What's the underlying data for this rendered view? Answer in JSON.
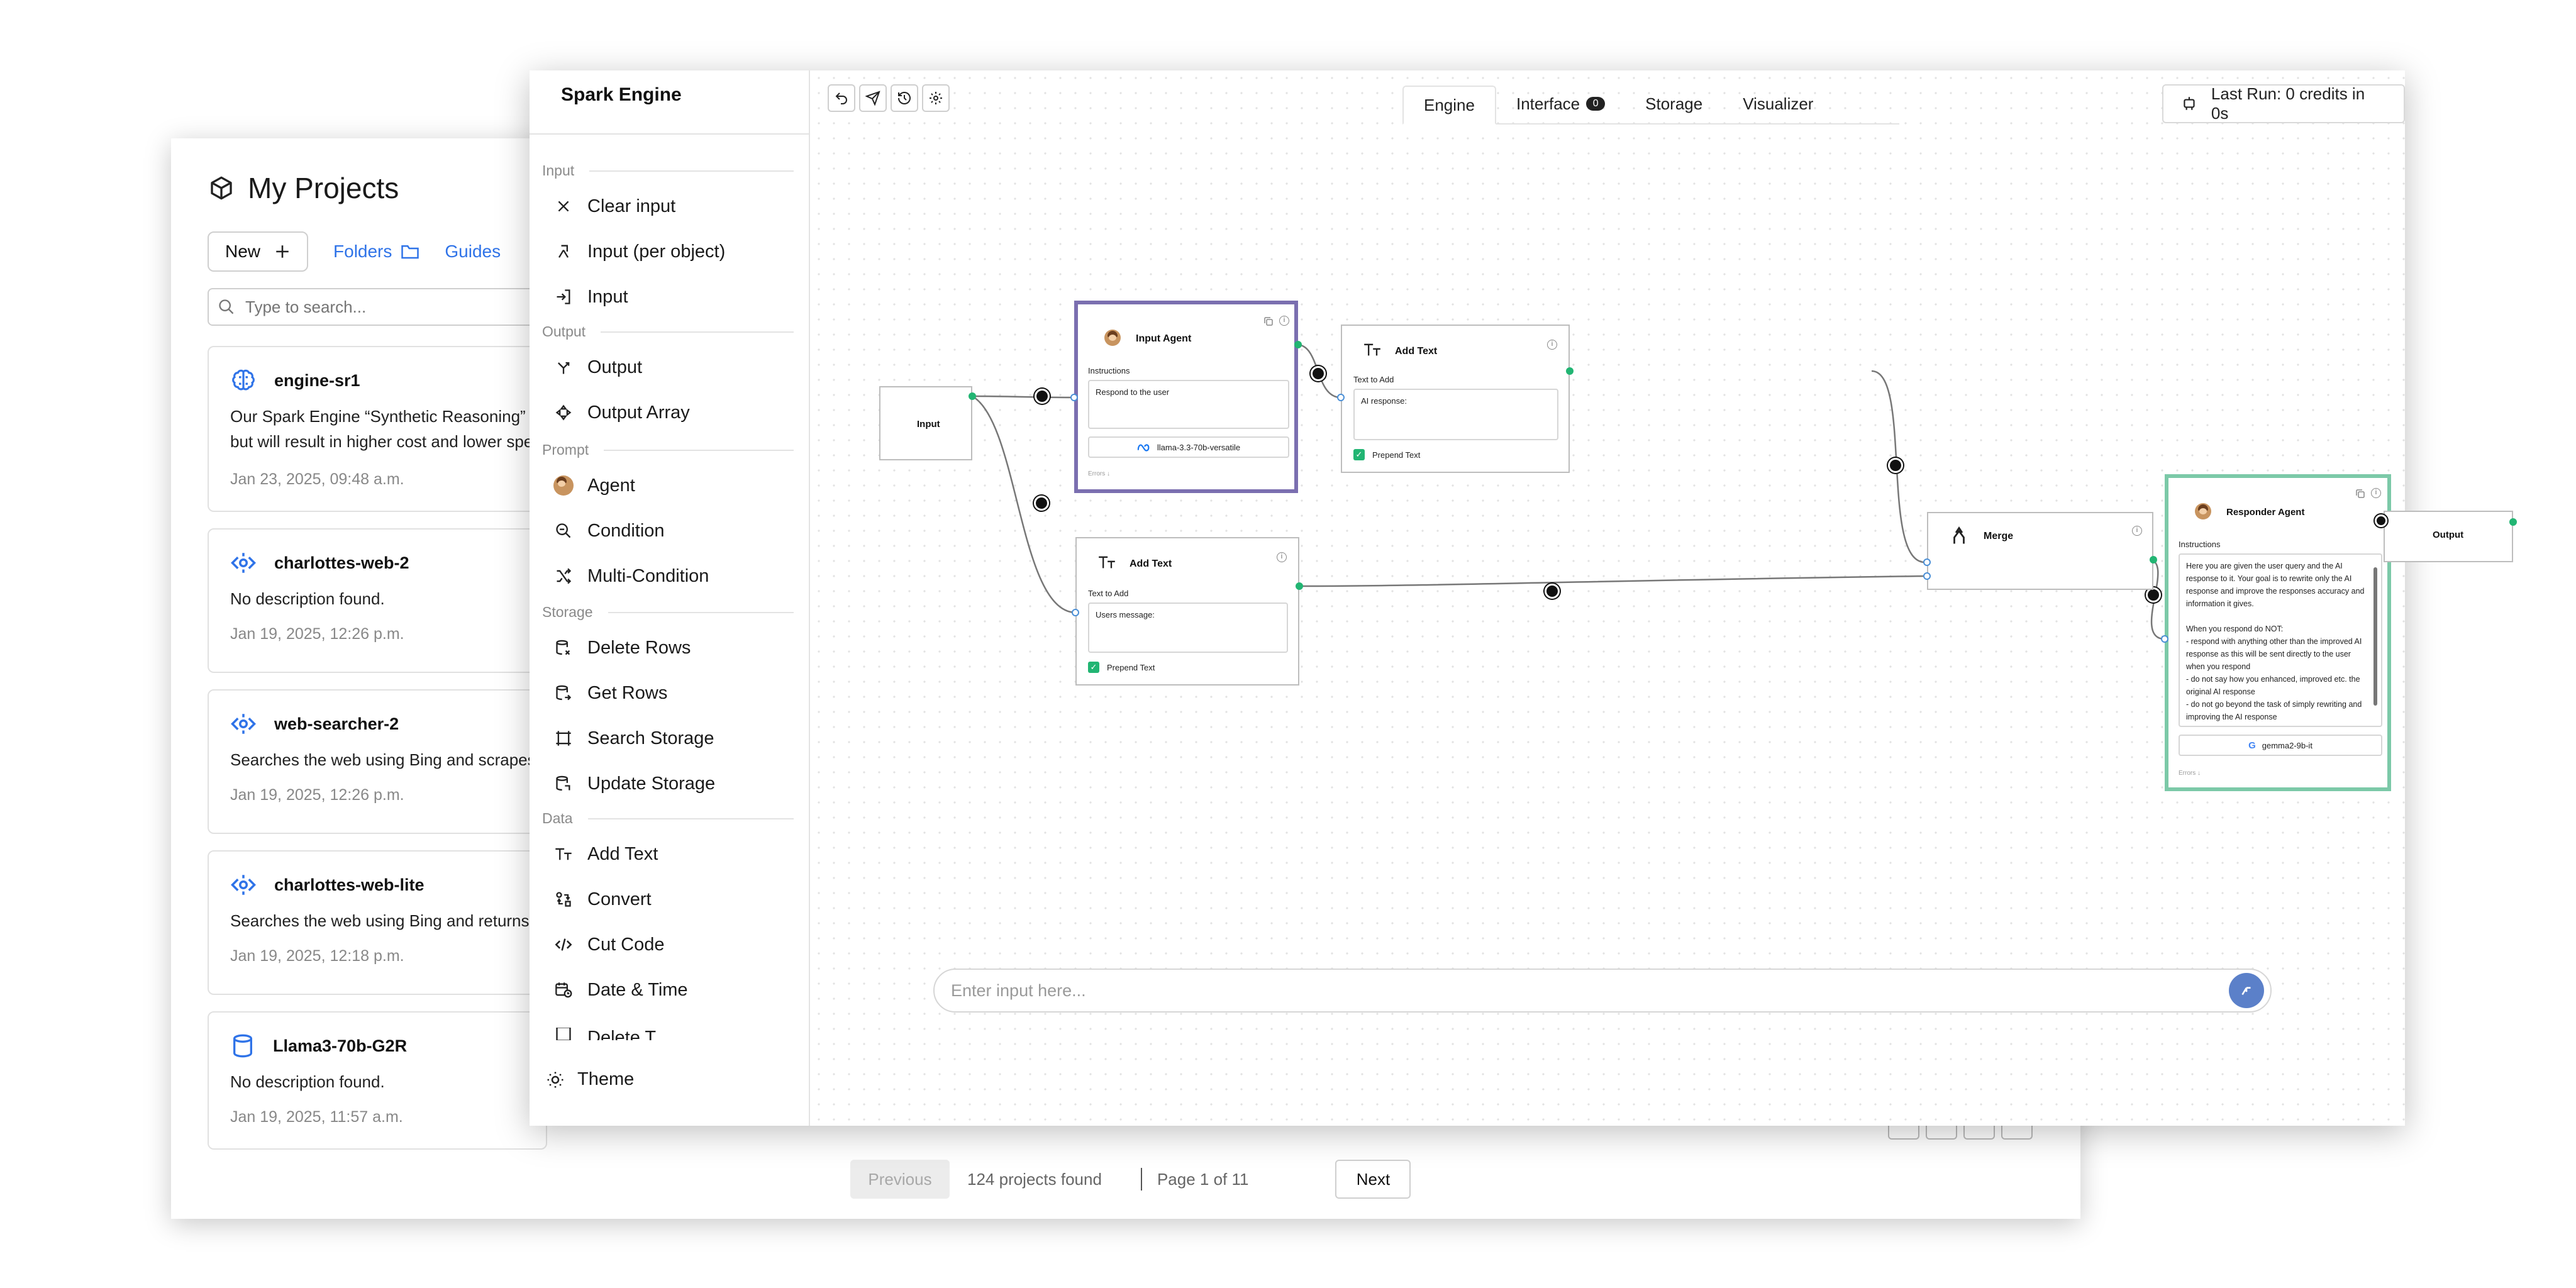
{
  "projects": {
    "title": "My Projects",
    "new_label": "New",
    "folders_label": "Folders",
    "guides_label": "Guides",
    "search_placeholder": "Type to search...",
    "cards": [
      {
        "name": "engine-sr1",
        "icon": "brain-icon",
        "desc": "Our Spark Engine “Synthetic Reasoning” m",
        "desc2": "but will result in higher cost and lower spe",
        "date": "Jan 23, 2025, 09:48 a.m."
      },
      {
        "name": "charlottes-web-2",
        "icon": "web-icon",
        "desc": "No description found.",
        "date": "Jan 19, 2025, 12:26 p.m."
      },
      {
        "name": "web-searcher-2",
        "icon": "web-icon",
        "desc": "Searches the web using Bing and scrapes c",
        "date": "Jan 19, 2025, 12:26 p.m."
      },
      {
        "name": "charlottes-web-lite",
        "icon": "web-icon",
        "desc": "Searches the web using Bing and returns th",
        "date": "Jan 19, 2025, 12:18 p.m."
      },
      {
        "name": "Llama3-70b-G2R",
        "icon": "database-icon",
        "desc": "No description found.",
        "date": "Jan 19, 2025, 11:57 a.m."
      }
    ],
    "pager": {
      "previous": "Previous",
      "count": "124 projects found",
      "page": "Page 1 of 11",
      "next": "Next"
    }
  },
  "engine": {
    "title": "Spark Engine",
    "theme_label": "Theme",
    "sections": {
      "input": "Input",
      "output": "Output",
      "prompt": "Prompt",
      "storage": "Storage",
      "data": "Data"
    },
    "items": {
      "clear_input": "Clear input",
      "input_per_object": "Input (per object)",
      "input": "Input",
      "output": "Output",
      "output_array": "Output Array",
      "agent": "Agent",
      "condition": "Condition",
      "multi_condition": "Multi-Condition",
      "delete_rows": "Delete Rows",
      "get_rows": "Get Rows",
      "search_storage": "Search Storage",
      "update_storage": "Update Storage",
      "add_text": "Add Text",
      "convert": "Convert",
      "cut_code": "Cut Code",
      "date_time": "Date & Time",
      "cut_item": "Delete T..."
    },
    "tabs": [
      {
        "label": "Engine",
        "active": true
      },
      {
        "label": "Interface",
        "badge": "0"
      },
      {
        "label": "Storage"
      },
      {
        "label": "Visualizer"
      }
    ],
    "last_run": "Last Run: 0 credits in 0s",
    "chat_placeholder": "Enter input here...",
    "nodes": {
      "input": {
        "title": "Input"
      },
      "input_agent": {
        "title": "Input Agent",
        "instructions_label": "Instructions",
        "instructions": "Respond to the user",
        "model": "llama-3.3-70b-versatile",
        "errors": "Errors"
      },
      "add_text_1": {
        "title": "Add Text",
        "label": "Text to Add",
        "value": "AI response:",
        "prepend": "Prepend Text"
      },
      "add_text_2": {
        "title": "Add Text",
        "label": "Text to Add",
        "value": "Users message:",
        "prepend": "Prepend Text"
      },
      "merge": {
        "title": "Merge"
      },
      "responder": {
        "title": "Responder Agent",
        "instructions_label": "Instructions",
        "instructions": "Here you are given the user query and the AI response to it. Your goal is to rewrite only the AI response and improve the responses accuracy and information it gives.\n\nWhen you respond do NOT:\n- respond with anything other than the improved AI response as this will be sent directly to the user when you respond\n- do not say how you enhanced, improved etc. the original AI response\n- do not go beyond the task of simply rewriting and improving the AI response",
        "model": "gemma2-9b-it",
        "errors": "Errors"
      },
      "output": {
        "title": "Output"
      }
    }
  },
  "colors": {
    "agent_border": "#7b6fb0",
    "responder_border": "#7cc9a8",
    "accent_blue": "#2f73e8",
    "send_button": "#5b80c9"
  }
}
